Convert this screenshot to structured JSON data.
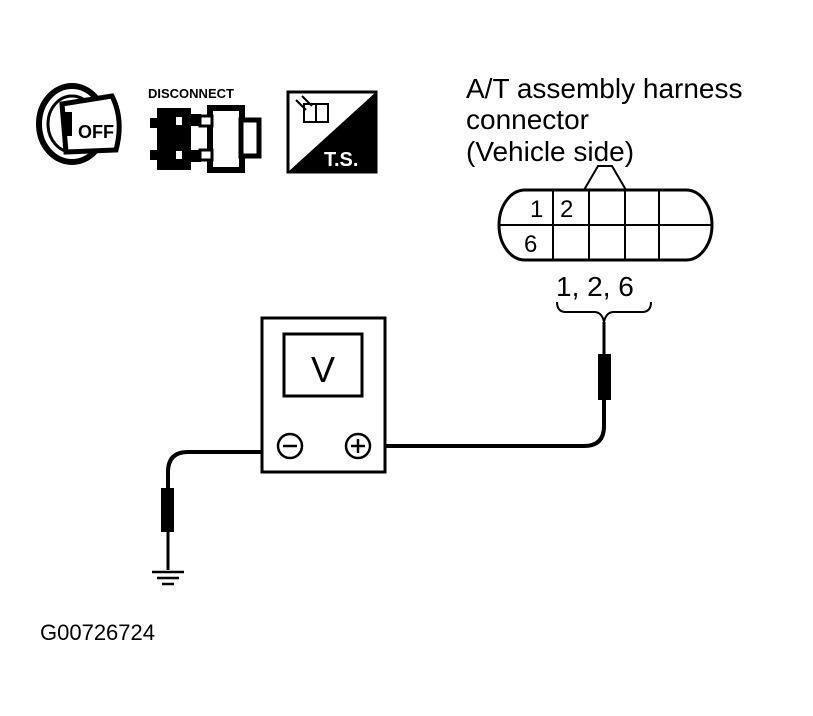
{
  "icons": {
    "ignition": {
      "name": "ignition-off-icon",
      "text": "OFF"
    },
    "disconnect": {
      "name": "disconnect-connector-icon",
      "text": "DISCONNECT"
    },
    "test": {
      "name": "test-symbol-icon",
      "text": "T.S."
    }
  },
  "connector": {
    "label_line1": "A/T assembly harness",
    "label_line2": "connector",
    "label_line3": "(Vehicle side)",
    "pins": {
      "p1": "1",
      "p2": "2",
      "p6": "6"
    },
    "terminals": "1, 2, 6"
  },
  "meter": {
    "display": "V",
    "neg_icon": "minus-terminal-icon",
    "pos_icon": "plus-terminal-icon"
  },
  "ground_icon": "ground-symbol-icon",
  "figure_code": "G00726724"
}
